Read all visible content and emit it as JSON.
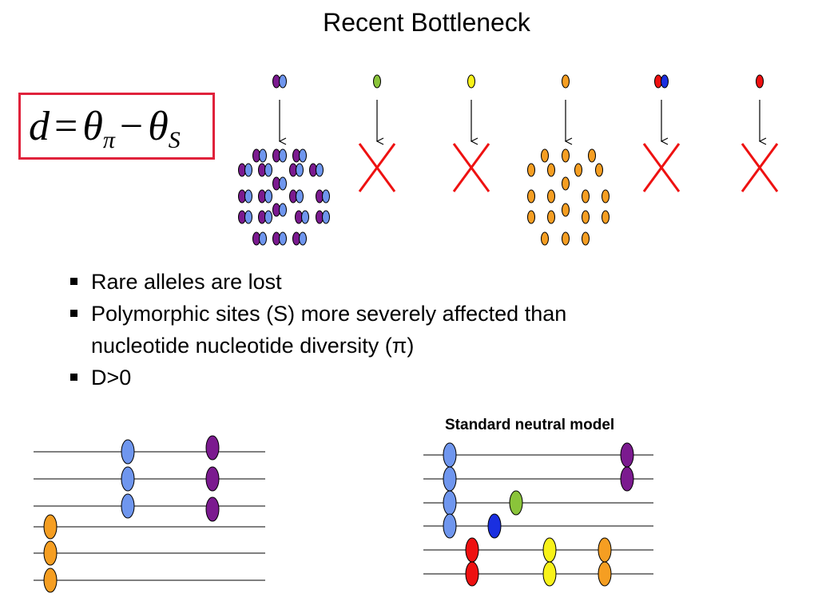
{
  "title": "Recent Bottleneck",
  "formula": {
    "lhs": "d",
    "eq": "=",
    "theta1": "θ",
    "sub1": "π",
    "minus": "−",
    "theta2": "θ",
    "sub2": "S"
  },
  "bullets": [
    {
      "text": "Rare alleles are lost"
    },
    {
      "text": "Polymorphic sites (S) more severely affected than",
      "text2": "nucleotide nucleotide diversity (π)"
    },
    {
      "text": "D>0"
    }
  ],
  "standard_model_label": "Standard neutral model",
  "colors": {
    "purple": "#7b1a8f",
    "blue": "#6f96ee",
    "green": "#8ac43a",
    "yellow": "#f8f219",
    "orange": "#f59e22",
    "red": "#ee1111",
    "darkblue": "#1a2fe0",
    "cross": "#ee1111",
    "box": "#e0223b"
  },
  "bottleneck_columns": [
    {
      "alleles": [
        "purple",
        "blue"
      ],
      "outcome": "retained"
    },
    {
      "alleles": [
        "green"
      ],
      "outcome": "lost"
    },
    {
      "alleles": [
        "yellow"
      ],
      "outcome": "lost"
    },
    {
      "alleles": [
        "orange"
      ],
      "outcome": "retained"
    },
    {
      "alleles": [
        "red",
        "darkblue"
      ],
      "outcome": "lost"
    },
    {
      "alleles": [
        "red"
      ],
      "outcome": "lost"
    }
  ]
}
